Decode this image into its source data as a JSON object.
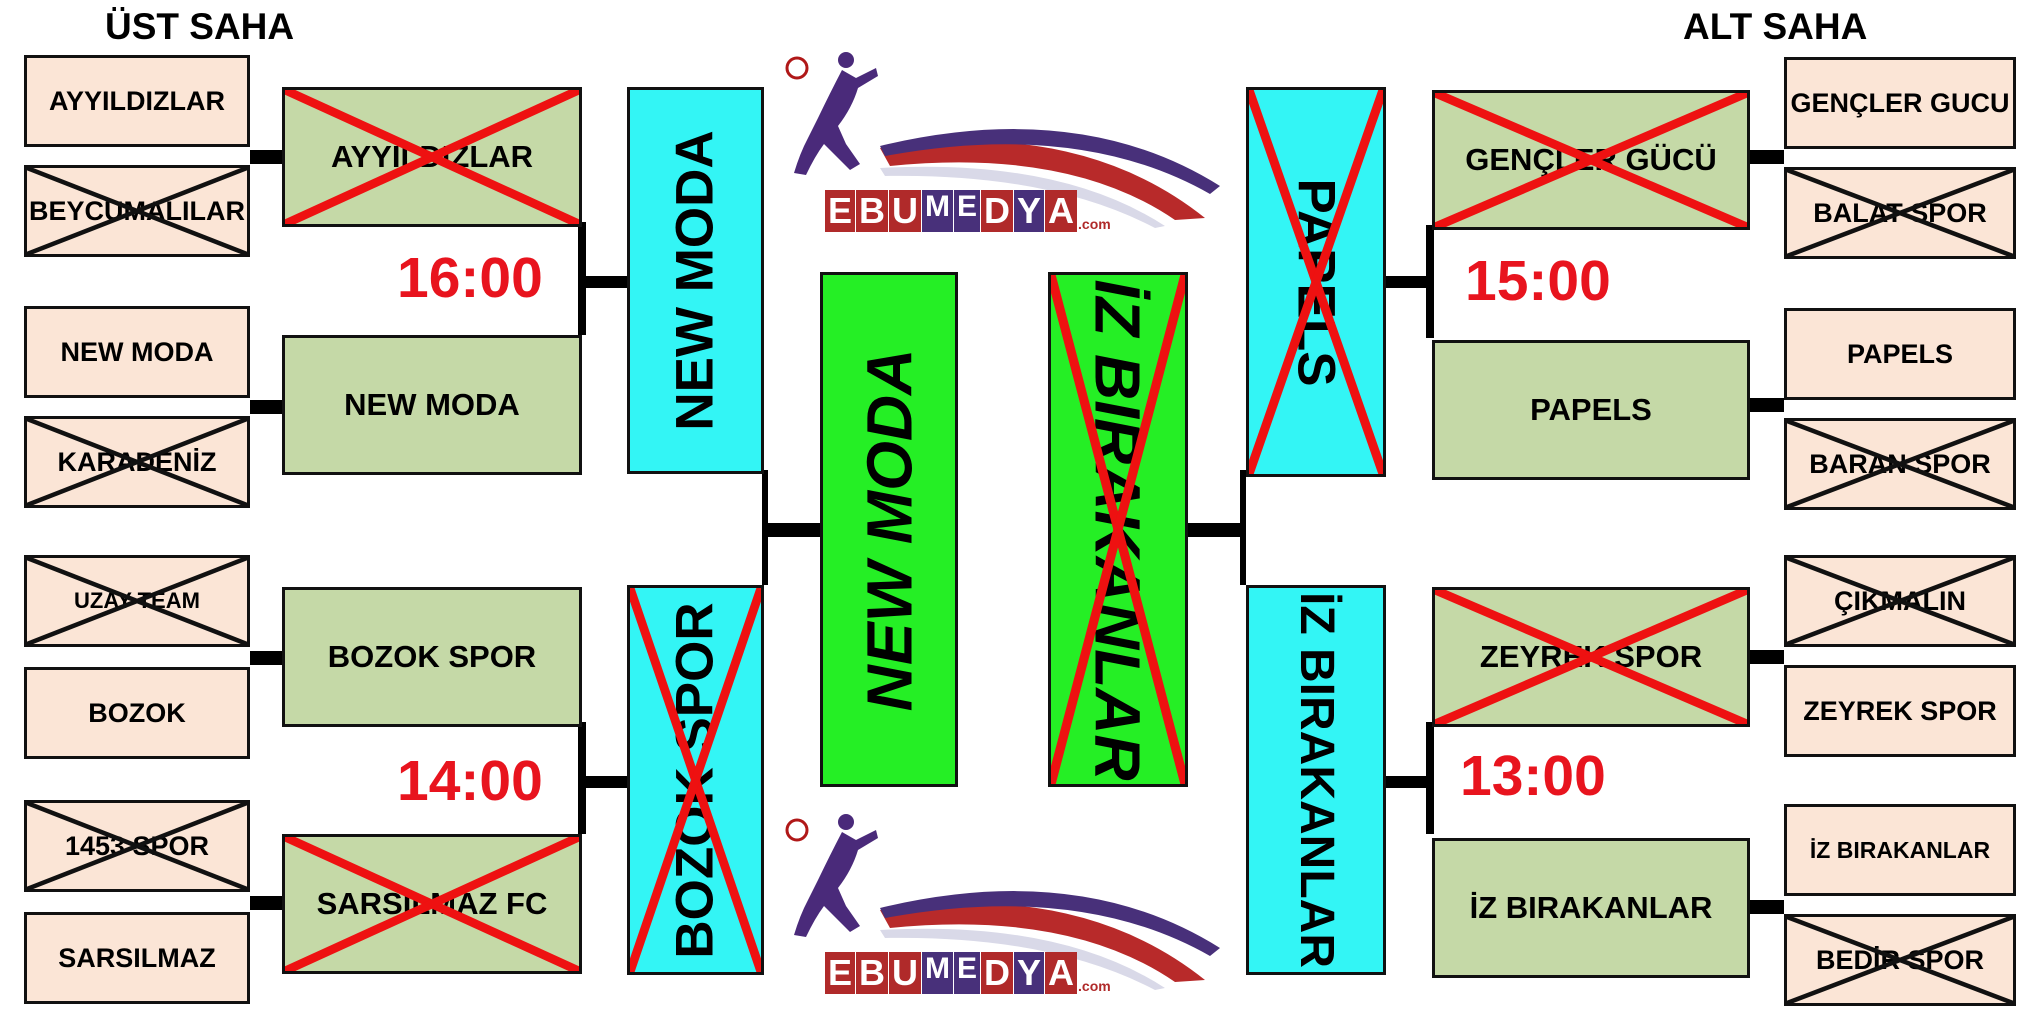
{
  "headers": {
    "left": "ÜST SAHA",
    "right": "ALT SAHA"
  },
  "times": {
    "left_top": "16:00",
    "left_bottom": "14:00",
    "right_top": "15:00",
    "right_bottom": "13:00"
  },
  "left_round1": [
    "AYYILDIZLAR",
    "BEYCUMALILAR",
    "NEW MODA",
    "KARADENİZ",
    "UZAY TEAM",
    "BOZOK",
    "1453 SPOR",
    "SARSILMAZ"
  ],
  "left_round2": [
    "AYYILDIZLAR",
    "NEW MODA",
    "BOZOK SPOR",
    "SARSILMAZ FC"
  ],
  "left_semi": [
    "NEW MODA",
    "BOZOK SPOR"
  ],
  "final": {
    "left": "NEW MODA",
    "right": "İZ BIRAKANLAR"
  },
  "right_semi": [
    "PAPELS",
    "İZ BIRAKANLAR"
  ],
  "right_round2": [
    "GENÇLER GÜCÜ",
    "PAPELS",
    "ZEYREK SPOR",
    "İZ BIRAKANLAR"
  ],
  "right_round1": [
    "GENÇLER GUCU",
    "BALAT SPOR",
    "PAPELS",
    "BARAN SPOR",
    "ÇIKMALIN",
    "ZEYREK SPOR",
    "İZ BIRAKANLAR",
    "BEDİR SPOR"
  ],
  "logo": {
    "text_letters": [
      "E",
      "B",
      "U",
      "M",
      "E",
      "D",
      "Y",
      "A"
    ],
    "suffix": ".com"
  },
  "colors": {
    "time": "#e8141e",
    "cross_red": "#ee1111",
    "round1_fill": "#fbe5d6",
    "round2_fill": "#c5d9a7",
    "semi_fill": "#33f5f5",
    "final_fill": "#25ef25"
  }
}
